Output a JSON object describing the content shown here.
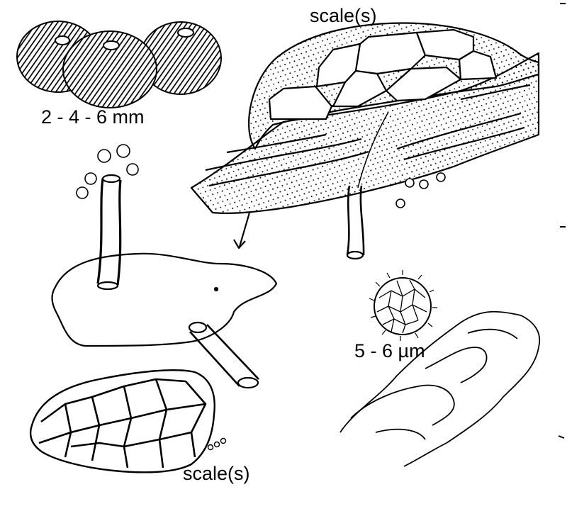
{
  "labels": {
    "scale_top": "scale(s)",
    "sclerotia_size": "2 - 4 - 6 mm",
    "spore_size": "5 - 6 µm",
    "scale_bottom": "scale(s)"
  }
}
